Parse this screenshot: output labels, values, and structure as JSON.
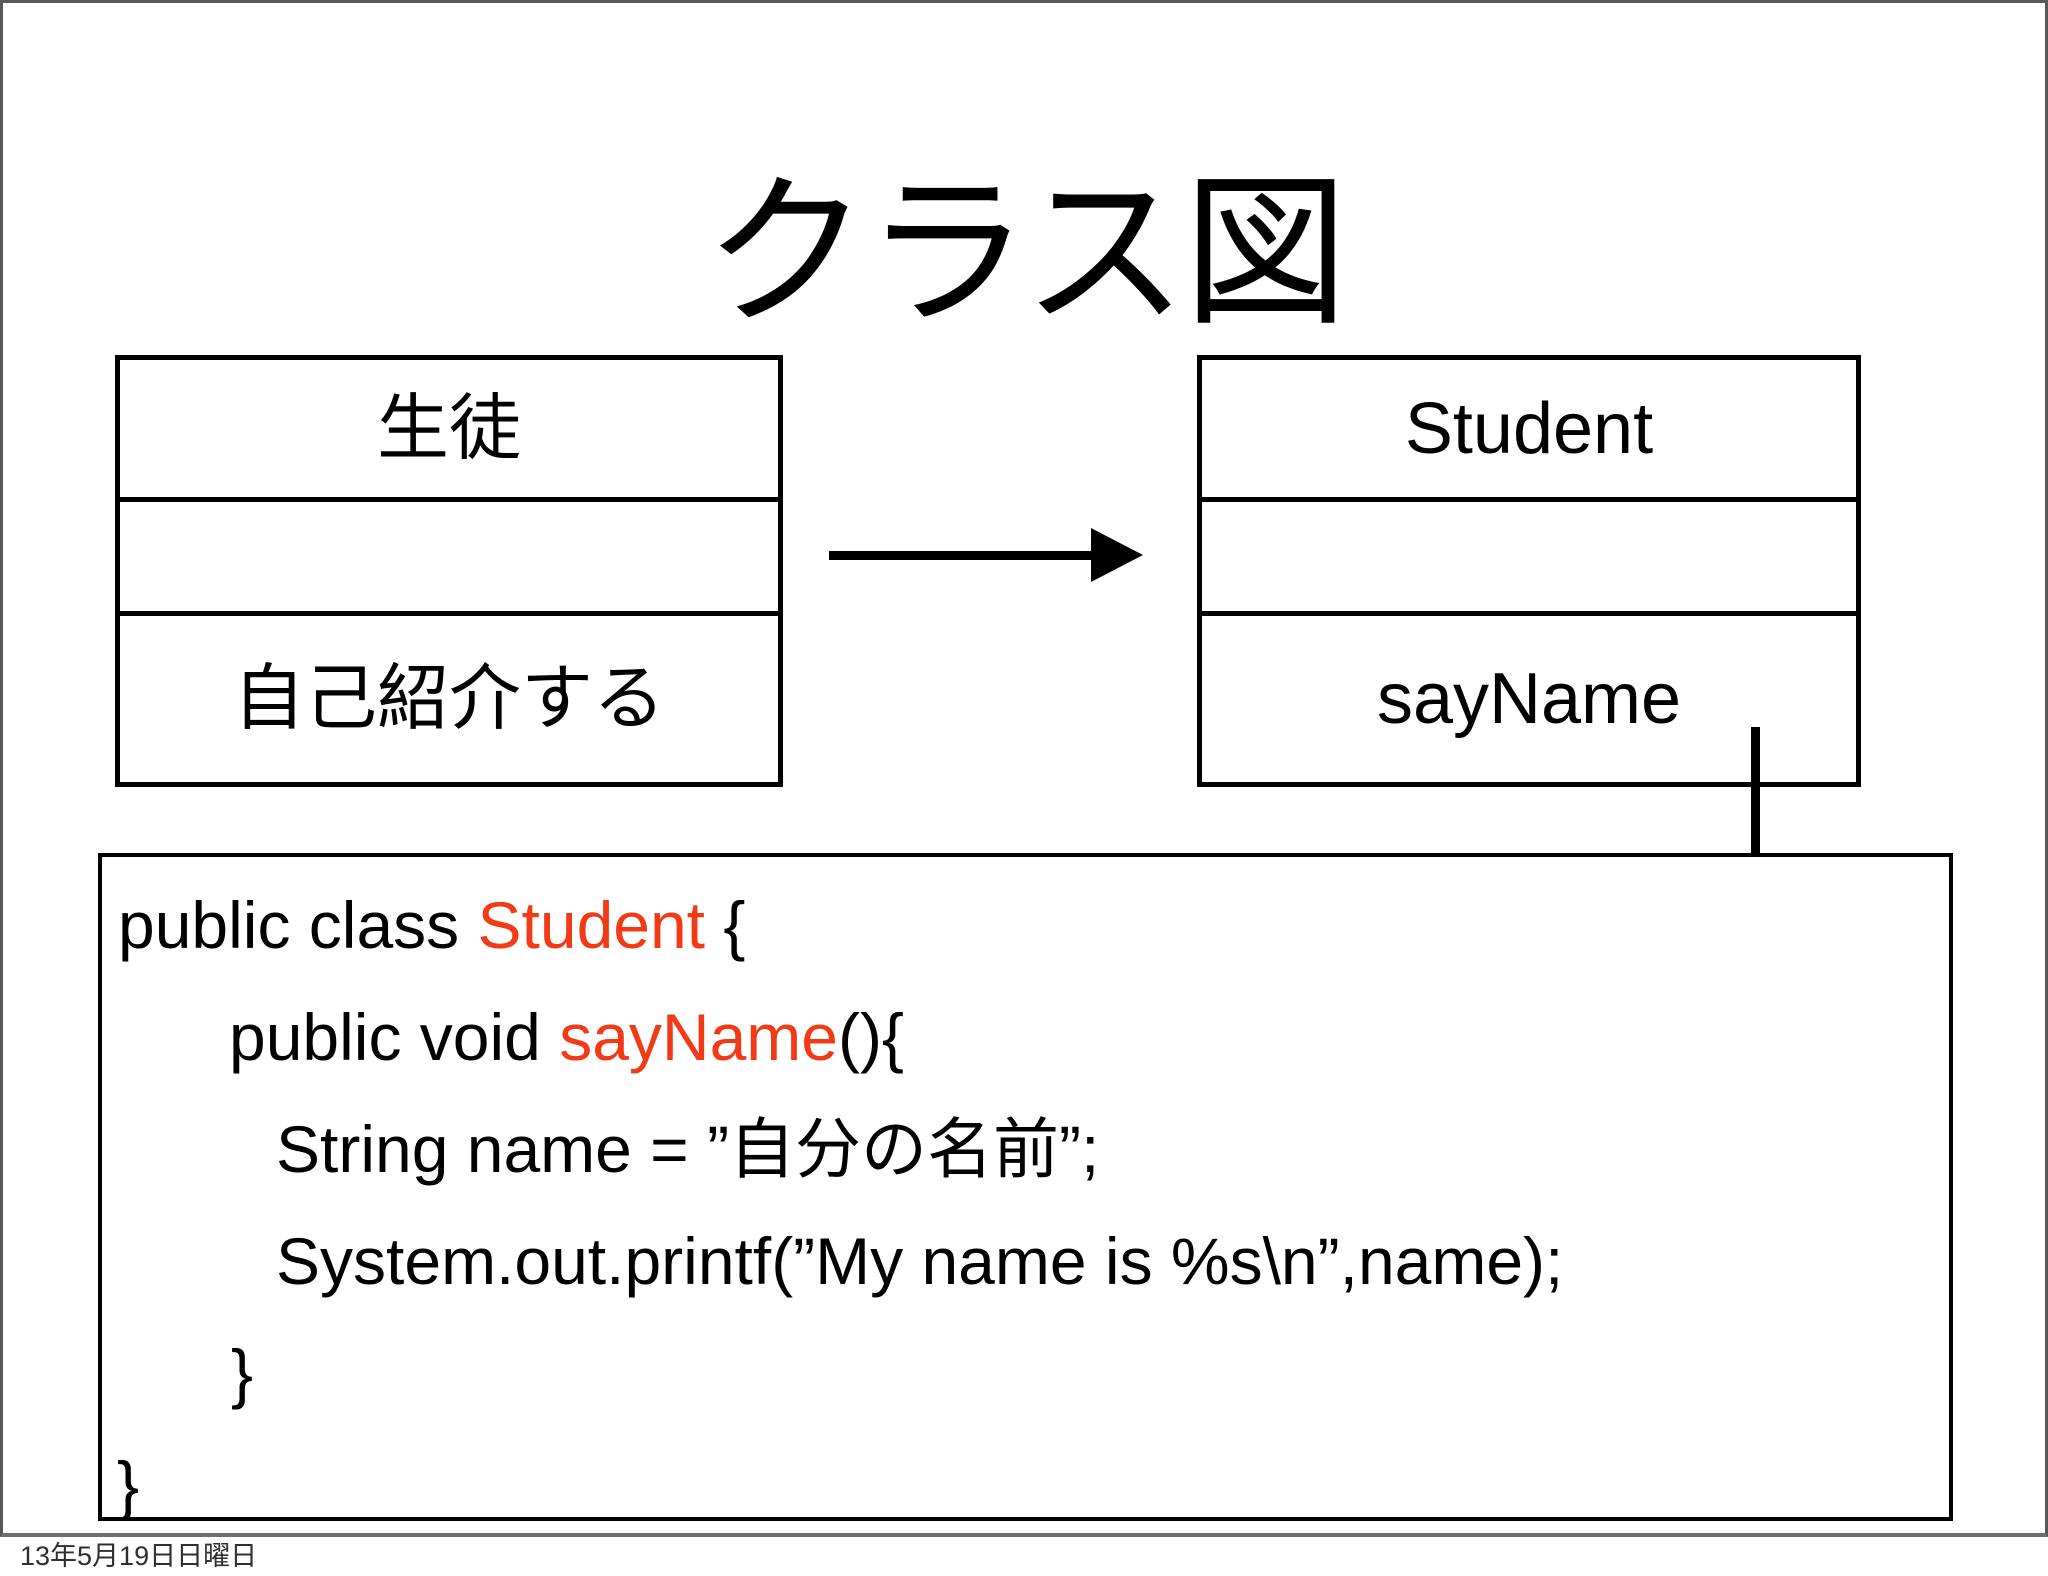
{
  "slide": {
    "title": "クラス図",
    "date": "13年5月19日日曜日"
  },
  "colors": {
    "accent_red": "#f23a16",
    "ink_black": "#000000",
    "frame_gray": "#59595b",
    "footer_rule_gray": "#6e6e70",
    "date_gray": "#2f2f2f",
    "background_white": "#ffffff"
  },
  "diagram": {
    "left_class": {
      "name": "生徒",
      "attributes": "",
      "method": "自己紹介する"
    },
    "right_class": {
      "name": "Student",
      "attributes": "",
      "method": "sayName"
    }
  },
  "code": {
    "lines": [
      {
        "segments": [
          {
            "text": "public class "
          },
          {
            "text": "Student"
          },
          {
            "text": " {"
          }
        ]
      },
      {
        "segments": [
          {
            "text": "public void "
          },
          {
            "text": "sayName"
          },
          {
            "text": "(){"
          }
        ]
      },
      {
        "segments": [
          {
            "text": "String name = ”自分の名前”;"
          }
        ]
      },
      {
        "segments": [
          {
            "text": "System.out.printf(”My name is %s\\n”,name);"
          }
        ]
      },
      {
        "segments": [
          {
            "text": "}"
          }
        ]
      },
      {
        "segments": [
          {
            "text": "}"
          }
        ]
      }
    ]
  }
}
